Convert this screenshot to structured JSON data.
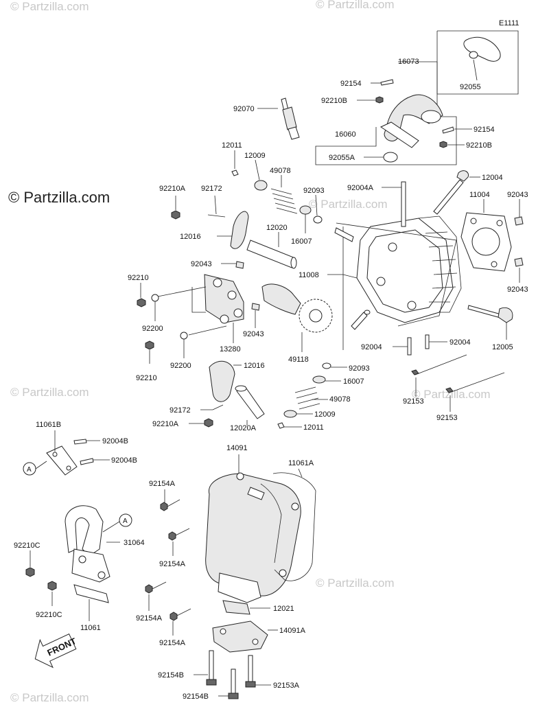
{
  "diagram_code": "E1111",
  "watermark_main": "© Partzilla.com",
  "watermark_small": "© Partzilla.com",
  "front_label": "FRONT",
  "callout_a": "A",
  "parts": {
    "p16073": "16073",
    "p92055": "92055",
    "p92154_a": "92154",
    "p92210b_a": "92210B",
    "p92070": "92070",
    "p16060": "16060",
    "p92154_b": "92154",
    "p92210b_b": "92210B",
    "p92055a": "92055A",
    "p12011_a": "12011",
    "p12009_a": "12009",
    "p49078_a": "49078",
    "p92210a_a": "92210A",
    "p92172_a": "92172",
    "p92093_a": "92093",
    "p92004a": "92004A",
    "p12004": "12004",
    "p11004": "11004",
    "p92043_a": "92043",
    "p12016_a": "12016",
    "p12020": "12020",
    "p16007_a": "16007",
    "p92043_b": "92043",
    "p11008": "11008",
    "p92043_c": "92043",
    "p92210_a": "92210",
    "p92200_a": "92200",
    "p92043_d": "92043",
    "p13280": "13280",
    "p49118": "49118",
    "p92004_a": "92004",
    "p92004_b": "92004",
    "p12005": "12005",
    "p92200_b": "92200",
    "p92210_b": "92210",
    "p12016_b": "12016",
    "p92093_b": "92093",
    "p16007_b": "16007",
    "p49078_b": "49078",
    "p92153_a": "92153",
    "p92153_b": "92153",
    "p92172_b": "92172",
    "p12009_b": "12009",
    "p92210a_b": "92210A",
    "p12020a": "12020A",
    "p12011_b": "12011",
    "p11061b": "11061B",
    "p92004b_a": "92004B",
    "p92004b_b": "92004B",
    "p14091": "14091",
    "p11061a": "11061A",
    "p92154a_a": "92154A",
    "p92210c_a": "92210C",
    "p31064": "31064",
    "p92154a_b": "92154A",
    "p92210c_b": "92210C",
    "p11061": "11061",
    "p12021": "12021",
    "p92154a_c": "92154A",
    "p14091a": "14091A",
    "p92154a_d": "92154A",
    "p92154b_a": "92154B",
    "p92153a": "92153A",
    "p92154b_b": "92154B"
  }
}
